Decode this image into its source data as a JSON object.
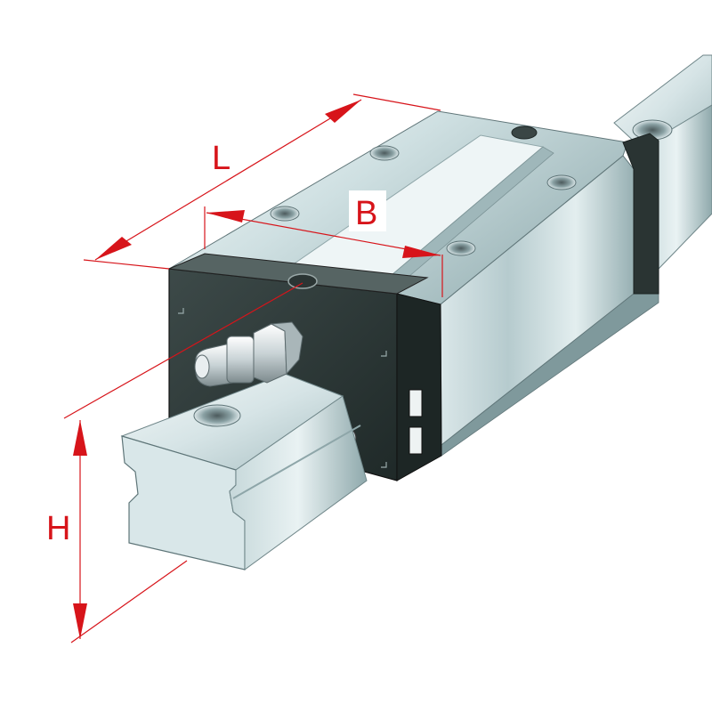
{
  "dimensions": {
    "length_label": "L",
    "width_label": "B",
    "height_label": "H"
  },
  "colors": {
    "dimension_red": "#d7141a",
    "steel_light": "#e6f0f1",
    "steel_mid": "#b9cdd0",
    "steel_dark": "#7f999c",
    "end_cap": "#2f3b3a"
  },
  "parts": {
    "rail": "guide-rail",
    "carriage": "carriage-body",
    "end_cap": "end-cap",
    "lube_nipple": "grease-nipple",
    "screw": "hex-socket-screw"
  }
}
